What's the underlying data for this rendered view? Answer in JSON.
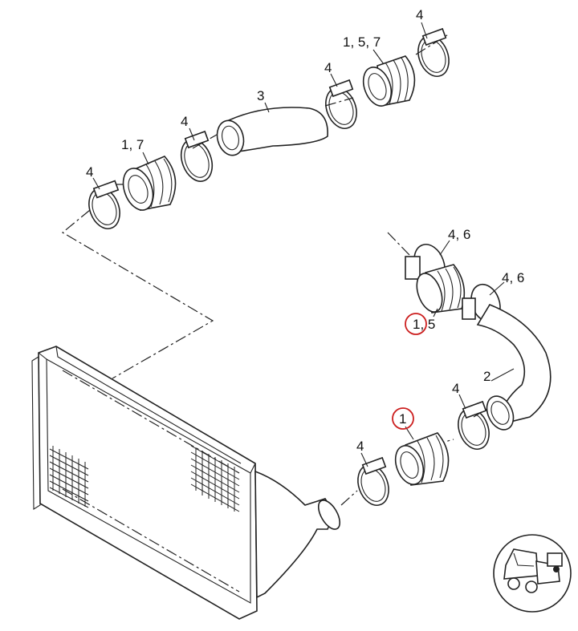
{
  "callouts": [
    {
      "id": "c-top-4",
      "text": "4"
    },
    {
      "id": "c-top-157",
      "text": "1, 5, 7"
    },
    {
      "id": "c-mid-4",
      "text": "4"
    },
    {
      "id": "c-3",
      "text": "3"
    },
    {
      "id": "c-left-4a",
      "text": "4"
    },
    {
      "id": "c-left-17",
      "text": "1, 7"
    },
    {
      "id": "c-left-4b",
      "text": "4"
    },
    {
      "id": "c-46a",
      "text": "4, 6"
    },
    {
      "id": "c-46b",
      "text": "4, 6"
    },
    {
      "id": "c-15",
      "text": "1, 5"
    },
    {
      "id": "c-2",
      "text": "2"
    },
    {
      "id": "c-low-4a",
      "text": "4"
    },
    {
      "id": "c-1",
      "text": "1"
    },
    {
      "id": "c-low-4b",
      "text": "4"
    }
  ],
  "highlight_color": "#cc1f1f",
  "vehicle_icon": "truck-front-view-icon"
}
